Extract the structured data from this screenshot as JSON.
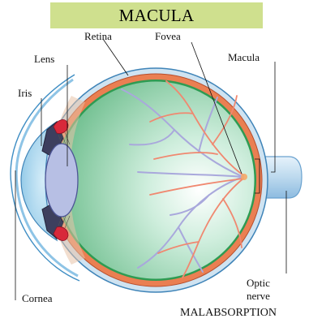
{
  "title": "MACULA",
  "labels": {
    "retina": "Retina",
    "fovea": "Fovea",
    "macula": "Macula",
    "lens": "Lens",
    "iris": "Iris",
    "cornea": "Cornea",
    "optic_nerve_line1": "Optic",
    "optic_nerve_line2": "nerve"
  },
  "footer": "MALABSORPTION",
  "colors": {
    "title_bg": "#cfe08e",
    "sclera": "#cfe3f1",
    "choroid": "#ea7f52",
    "retina_line": "#2e9b52",
    "vitreous": "#7bc79a",
    "lens": "#b7bfe4",
    "cornea": "#9fd1ea",
    "artery": "#f08870",
    "vein": "#a9a8dc"
  }
}
